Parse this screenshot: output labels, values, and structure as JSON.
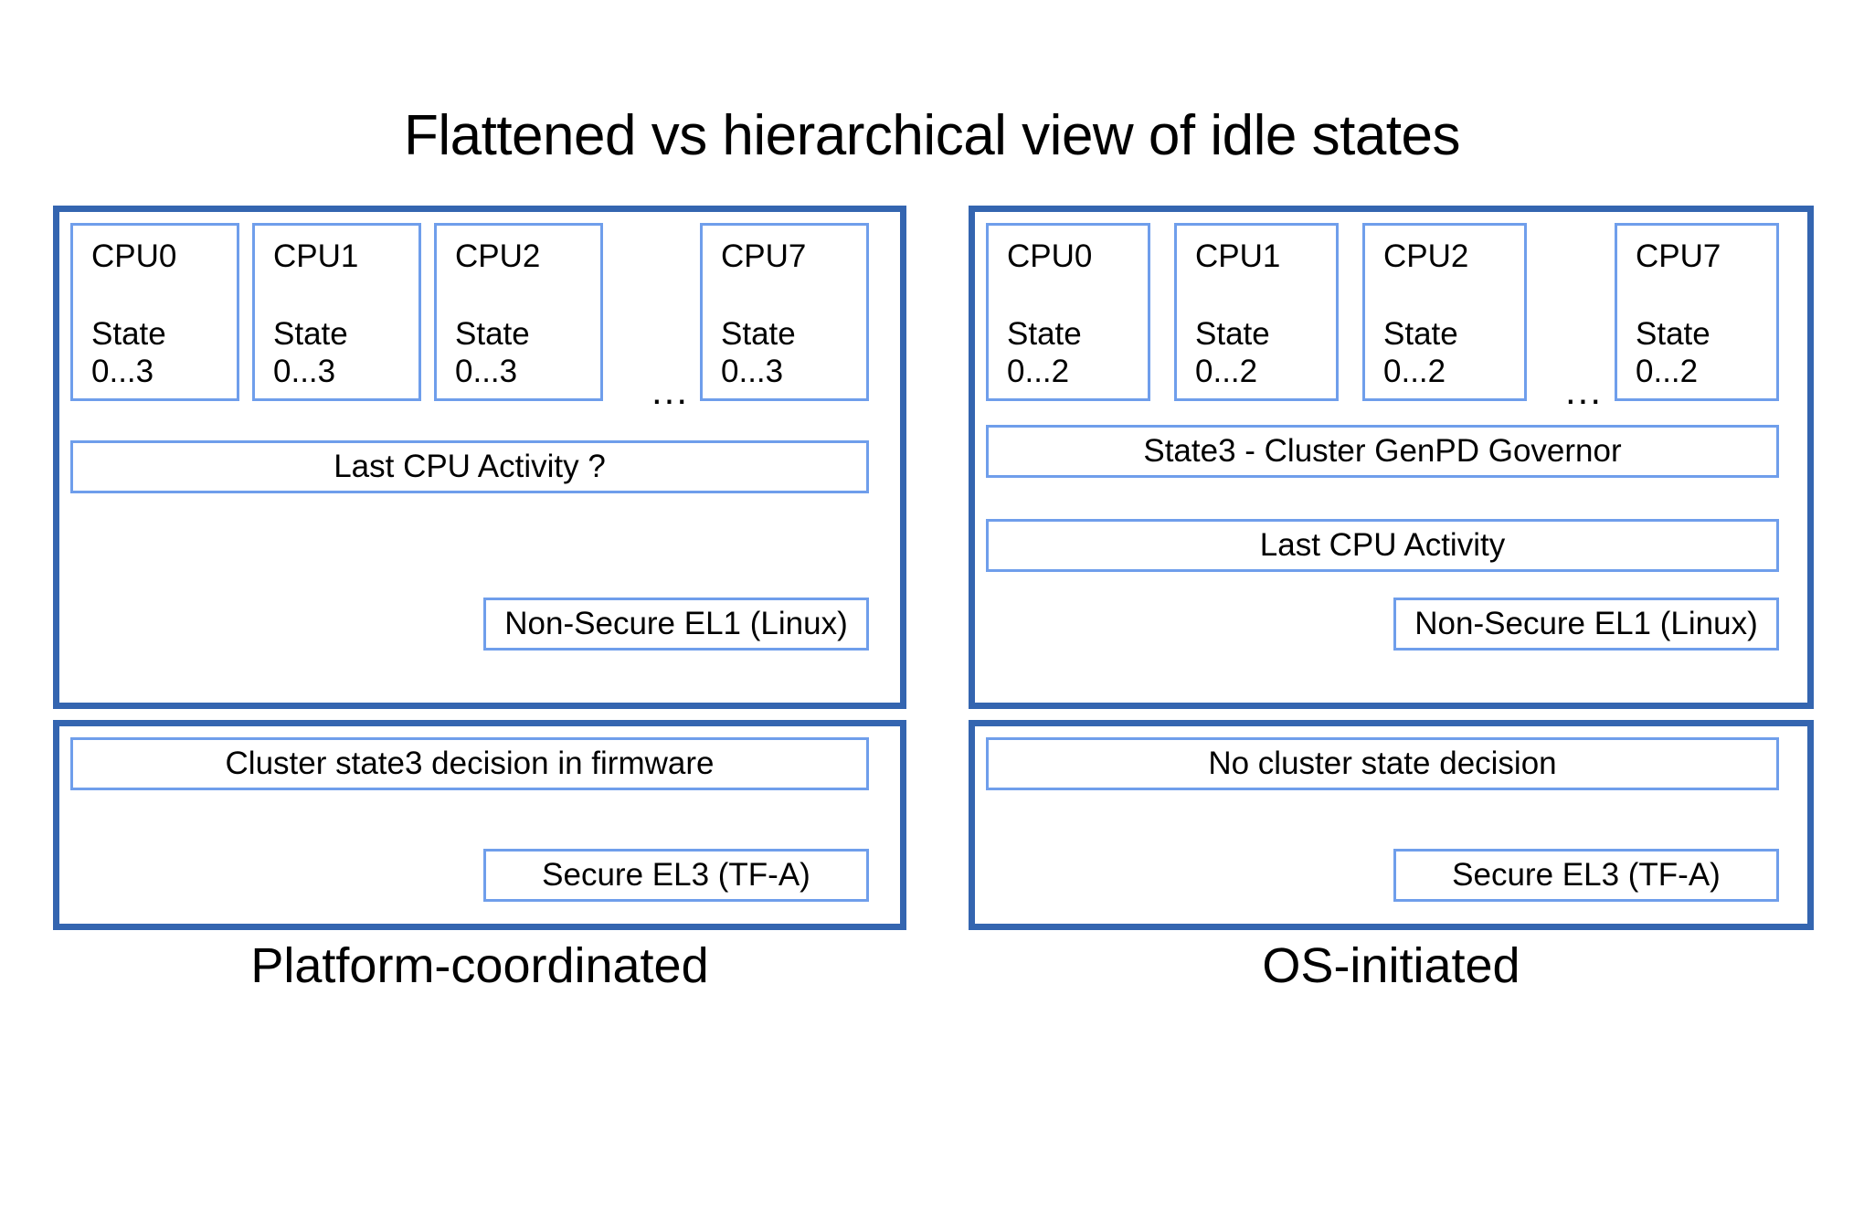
{
  "title": "Flattened vs hierarchical view of idle states",
  "colors": {
    "panel_border": "#3465b0",
    "box_border": "#6f9eeb",
    "background": "#ffffff",
    "text": "#000000"
  },
  "left_column": {
    "caption": "Platform-coordinated",
    "os_panel": {
      "cpus": [
        {
          "name": "CPU0",
          "state_label": "State",
          "state_range": "0...3"
        },
        {
          "name": "CPU1",
          "state_label": "State",
          "state_range": "0...3"
        },
        {
          "name": "CPU2",
          "state_label": "State",
          "state_range": "0...3"
        },
        {
          "name": "CPU7",
          "state_label": "State",
          "state_range": "0...3"
        }
      ],
      "ellipsis": "...",
      "rows": [
        "Last CPU Activity ?"
      ],
      "exception_level": "Non-Secure EL1 (Linux)"
    },
    "firmware_panel": {
      "rows": [
        "Cluster state3 decision in firmware"
      ],
      "exception_level": "Secure EL3 (TF-A)"
    }
  },
  "right_column": {
    "caption": "OS-initiated",
    "os_panel": {
      "cpus": [
        {
          "name": "CPU0",
          "state_label": "State",
          "state_range": "0...2"
        },
        {
          "name": "CPU1",
          "state_label": "State",
          "state_range": "0...2"
        },
        {
          "name": "CPU2",
          "state_label": "State",
          "state_range": "0...2"
        },
        {
          "name": "CPU7",
          "state_label": "State",
          "state_range": "0...2"
        }
      ],
      "ellipsis": "...",
      "rows": [
        "State3 - Cluster GenPD Governor",
        "Last CPU Activity"
      ],
      "exception_level": "Non-Secure EL1 (Linux)"
    },
    "firmware_panel": {
      "rows": [
        "No cluster state decision"
      ],
      "exception_level": "Secure EL3 (TF-A)"
    }
  }
}
